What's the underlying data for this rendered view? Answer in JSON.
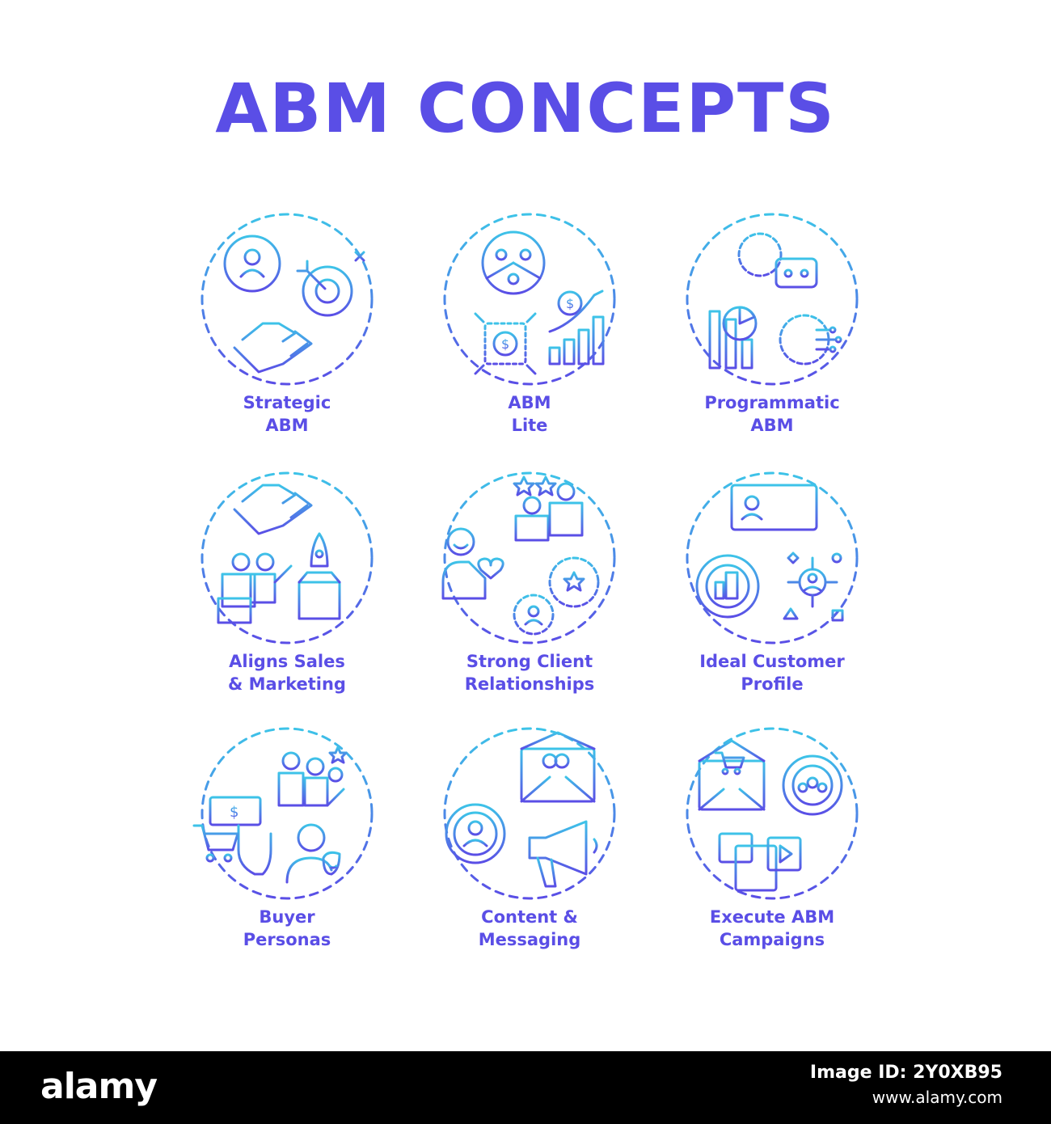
{
  "title": "ABM CONCEPTS",
  "colors": {
    "gradient_start": "#3dc3e8",
    "gradient_end": "#5a4ee6",
    "text": "#5a4ee6"
  },
  "concepts": [
    {
      "line1": "Strategic",
      "line2": "ABM",
      "icon": "target-person-handshake-icon"
    },
    {
      "line1": "ABM",
      "line2": "Lite",
      "icon": "segment-dollar-growth-icon"
    },
    {
      "line1": "Programmatic",
      "line2": "ABM",
      "icon": "gear-robot-chart-icon"
    },
    {
      "line1": "Aligns Sales",
      "line2": "& Marketing",
      "icon": "handshake-team-rocket-icon"
    },
    {
      "line1": "Strong Client",
      "line2": "Relationships",
      "icon": "rating-heart-gears-icon"
    },
    {
      "line1": "Ideal Customer",
      "line2": "Profile",
      "icon": "id-card-building-network-icon"
    },
    {
      "line1": "Buyer",
      "line2": "Personas",
      "icon": "cart-dollar-masks-icon"
    },
    {
      "line1": "Content &",
      "line2": "Messaging",
      "icon": "envelope-target-megaphone-icon"
    },
    {
      "line1": "Execute ABM",
      "line2": "Campaigns",
      "icon": "mail-cart-media-icon"
    }
  ],
  "footer": {
    "logo": "alamy",
    "image_id": "Image ID: 2Y0XB95",
    "site": "www.alamy.com"
  }
}
